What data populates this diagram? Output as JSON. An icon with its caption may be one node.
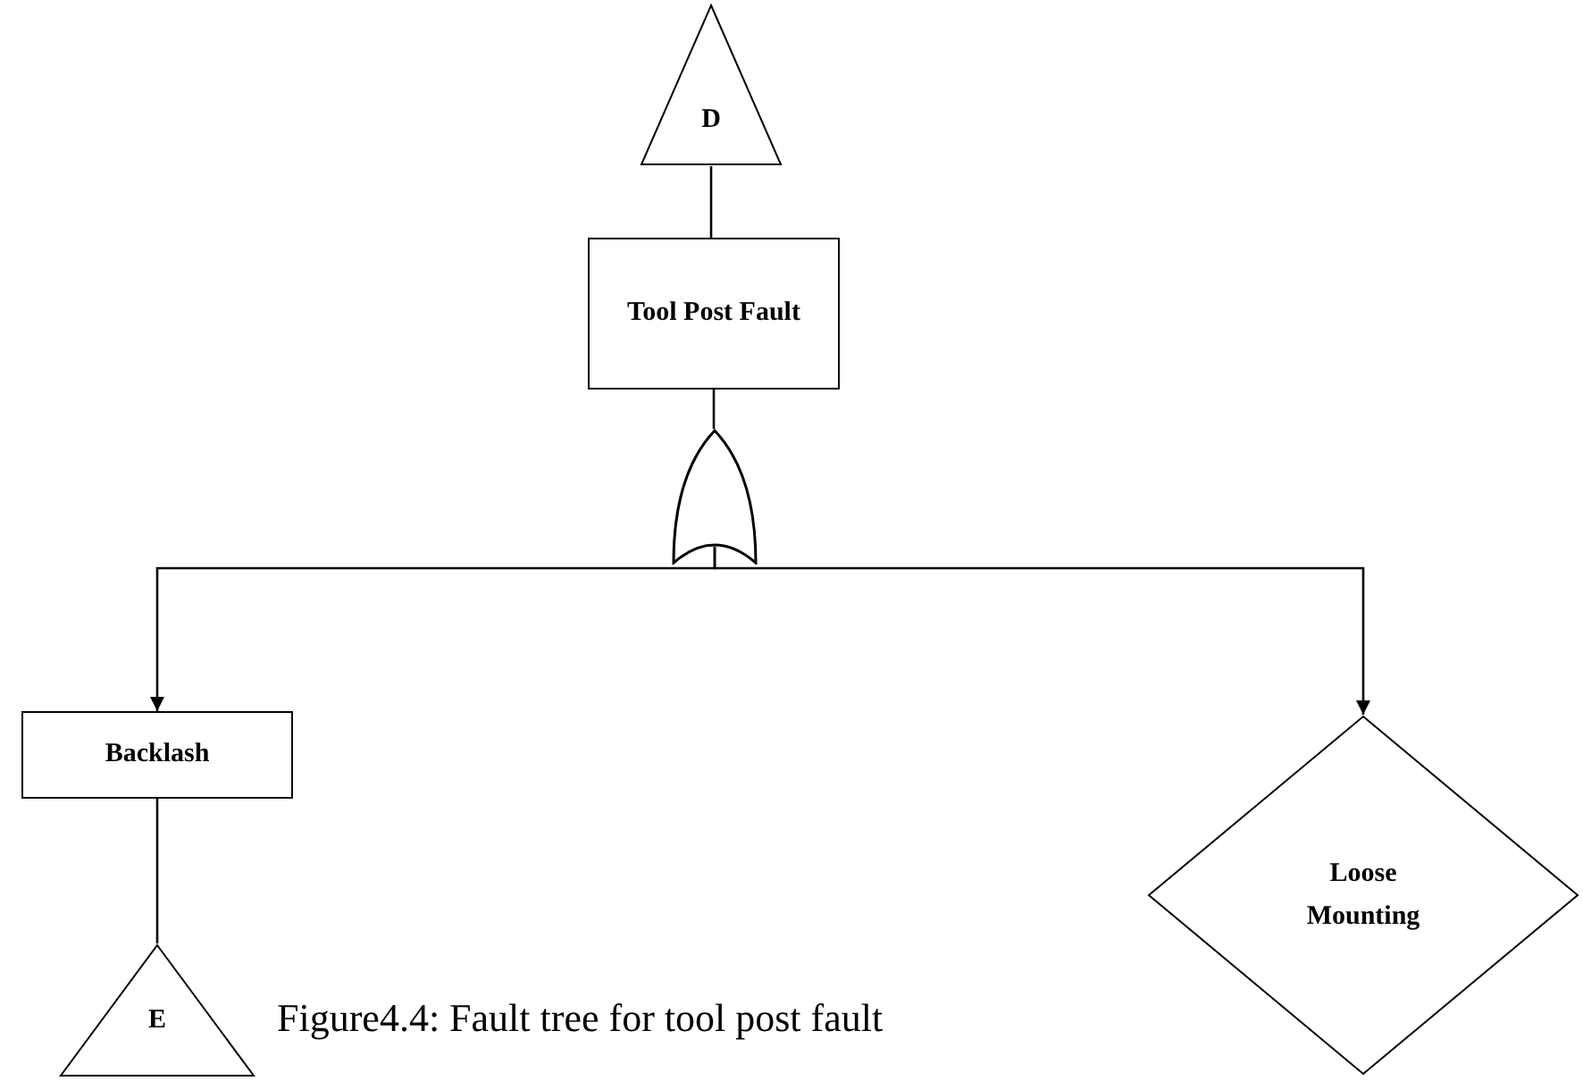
{
  "diagram": {
    "caption": "Figure4.4: Fault tree for tool post fault",
    "nodes": [
      {
        "text": [
          "D"
        ]
      },
      {
        "text": [
          "Tool Post Fault"
        ]
      },
      {
        "text": [],
        "shape": "gate"
      },
      {
        "text": [
          "Backlash"
        ]
      },
      {
        "text": [
          "Loose Mounting"
        ]
      },
      {
        "text": [
          "E"
        ]
      }
    ],
    "edges": [
      {
        "from": 0,
        "to": 1,
        "arrow": "none"
      },
      {
        "from": 1,
        "to": 2,
        "arrow": "none"
      },
      {
        "from": 2,
        "to": 3,
        "arrow": "to"
      },
      {
        "from": 2,
        "to": 4,
        "arrow": "to"
      },
      {
        "from": 3,
        "to": 5,
        "arrow": "none"
      }
    ]
  }
}
